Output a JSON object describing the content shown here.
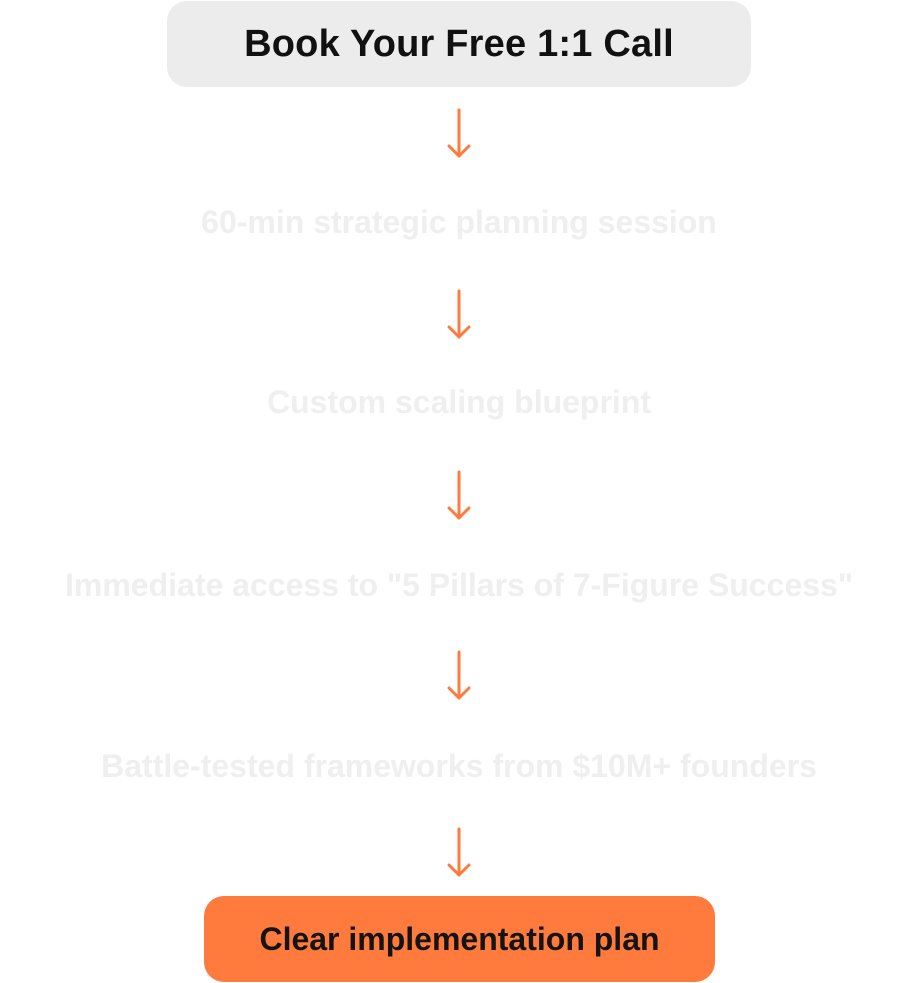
{
  "header": {
    "title": "Book Your Free 1:1 Call"
  },
  "steps": [
    {
      "label": "60-min strategic planning session"
    },
    {
      "label": "Custom scaling blueprint"
    },
    {
      "label": "Immediate access to \"5 Pillars of 7-Figure Success\""
    },
    {
      "label": "Battle-tested frameworks from $10M+ founders"
    }
  ],
  "result": {
    "label": "Clear implementation plan"
  },
  "colors": {
    "accent": "#ff7a3d",
    "top_pill_bg": "#ececec",
    "step_text": "#efefef",
    "title_text": "#111111"
  },
  "icons": {
    "connector": "arrow-down-icon"
  }
}
